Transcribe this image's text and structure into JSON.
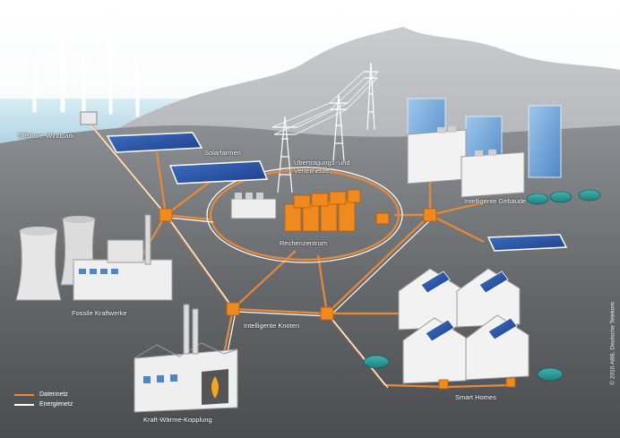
{
  "labels": {
    "offshore": "Offshore-Windpark",
    "solar": "Solarfarmen",
    "transmission_1": "Übertragungs- und",
    "transmission_2": "Verteilnetze",
    "buildings": "Intelligente Gebäude",
    "datacenter": "Rechenzentrum",
    "fossil": "Fossile Kraftwerke",
    "nodes": "Intelligente Knoten",
    "chp": "Kraft-Wärme-Kopplung",
    "smarthomes": "Smart Homes"
  },
  "legend": [
    {
      "label": "Datennetz",
      "color": "#e8893a"
    },
    {
      "label": "Energienetz",
      "color": "#ffffff"
    }
  ],
  "copyright": "© 2010  ABB, Deutsche Telekom",
  "colors": {
    "data_line": "#e8893a",
    "energy_line": "#ffffff",
    "node": "#f08a1e",
    "ground": "#5b5e61"
  }
}
